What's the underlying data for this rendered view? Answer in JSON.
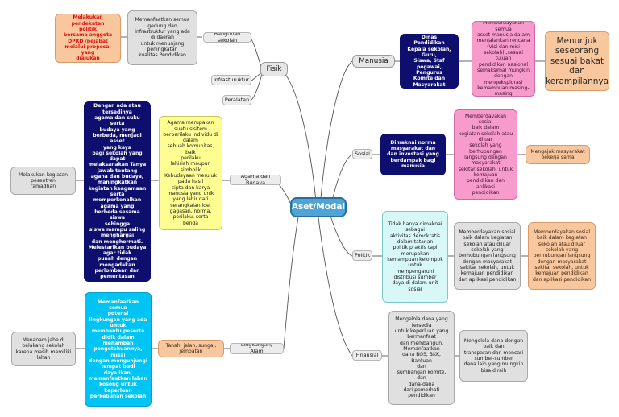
{
  "center": "Aset/Modal",
  "branches": {
    "fisik": {
      "label": "Fisik",
      "bangunan": {
        "label": "Bangunan sekolah",
        "desc": "Memanfaatkan semua\ngedung dan\ninfrastruktur yang ada\ndi daerah\nuntuk menunjang\npeningkatan\nkualitas Pendidikan",
        "note": "Melakukan pendekatan\npolitik\nbersama anggota\nDPRD /pejabat\nmelalui proposal yang\ndiajukan"
      },
      "infrastruktur": "Infrasturuktur",
      "peralatan": "Peralatan"
    },
    "agama": {
      "label": "Agama dan Budaya",
      "desc": "Agama merupakan\nsuatu sisitem\nberperilaku individu di\ndalam\nsebuah komunitas, baik\nperilaku\nlahiriah maupun\nsimbolik\nKebudayaan merujuk\npada hasil\ncipta dan karya\nmanusia yang unik\nyang lahir dari\nserangkaian ide,\ngagasan, norma,\nperilaku, serta\nbenda",
      "detail": "Dengan ada atau\ntersedinya\nagama dan suku serta\nbudaya yang\nberbeda, menjadi asset\nyang kaya\nbagi sekolah yang\ndapat\nmelaksanakan Tanya\njawab tentang\nagana dan budaya,\nmaningkatkan\nkegiatan keagamaan\nserta\nmemperkenalkan\nagama yang\nberbeda sesama siswa\nsehingga\nsiswa mampu saling\nmenghargai\ndan menghormati.\nMelestarikan budaya\nagar tidak\npunah dengan\nmengadakan\nperlombaan dan\npementasan",
      "activity": "Melakukan kegiatan\npesentren\nramadhan"
    },
    "lingkungan": {
      "label": "Lingkungan/ Alam",
      "sub": "Tanah, jalan, sungai,\njembatan",
      "detail": "Memanfaatkan semua\npotensi\nlingkungan yang ada\nuntuk\nmembantu peserta\ndidik dalam\nmenambah\npengetahuannya, misal\ndengan mengunjungi\ntempat budi\ndaya ikan,\nmemanfaatkan lahan\nkosong untuk\nkeperluan\nperkebunan sekolah",
      "activity": "Menanam jahe di\nbelakang sekolah\nkarena masih memiliki\nlahan"
    },
    "manusia": {
      "label": "Manusia",
      "desc": "(Pemerintah/ Dinas\nPendidikan\nKepala sekolah, Guru,\nSiswa, Staf\npegawai, Pengurus\nKomite dan\nMasyarakat sekitar",
      "detail": "Memberdayakan semua\nasset manusia dalam\nmenjalankan rencana\n(Visi dan misi\nsekolah) ,sesuai tujuan\npendidikan nasional\nsemaksimal mungkin\ndengan mengeksplorasi\nkemampuan masing-\nmasing",
      "result": "Menunjuk\nseseorang\nsesuai bakat\ndan\nkerampilannya"
    },
    "sosial": {
      "label": "Sosial",
      "desc": "Dimaknai norma\nmasyarakat dan\ndan investasi yang\nberdampak bagi\nmanusia",
      "detail": "Memberdayakan sosial\nbaik dalam\nkegiatan sekolah atau\ndiluar\nsekolah yang\nberhubungan\nlangsung dengan\nmasyarakat\nsekitar sekolah, untuk\nkemajuan\npendidikan dan aplikasi\npendidikan",
      "result": "Mengajak masyarakat\nbekerja sama"
    },
    "politik": {
      "label": "Politik",
      "desc": "Tidak hanya dimaknai\nsebagai\naktivitas demokratis\ndalam tatanan\npolitik praktis tapi\nmerupakan\nkemampuan kelompok\nuntuk\nmempengaruhi\ndistribusi sumber\ndaya di dalam unit\nsosial",
      "detail": "Memberdayakan sosial\nbaik dalam kegiatan\nsekolah atau diluar\nsekolah yang\nberhubungan langsung\ndengan masyarakat\nsekitar sekolah, untuk\nkemajuan pendidikan\ndan aplikasi pendidikan",
      "result": "Memberdayakan sosial\nbaik dalam kegiatan\nsekolah atau diluar\nsekolah yang\nberhubungan langsung\ndengan masyarakat\nsekitar sekolah, untuk\nkemajuan pendidikan\ndan aplikasi pendidikan"
    },
    "finansial": {
      "label": "Finansial",
      "desc": "Mengelola dana yang\ntersedia\nuntuk keperluan yang\nbermanfaat\ndan membangun.\nMemanfaatkan\ndana BOS, BKK, Bantuan\ndan\nsumbangan komite, dan\ndana-dana\ndari pemerhati\npendidikan",
      "detail": "Mengelola dana dengan\nbaik dan\ntransparan dan mencari\nsumber-sumber\ndana lain yang mungkin\nbisa diraih"
    }
  }
}
